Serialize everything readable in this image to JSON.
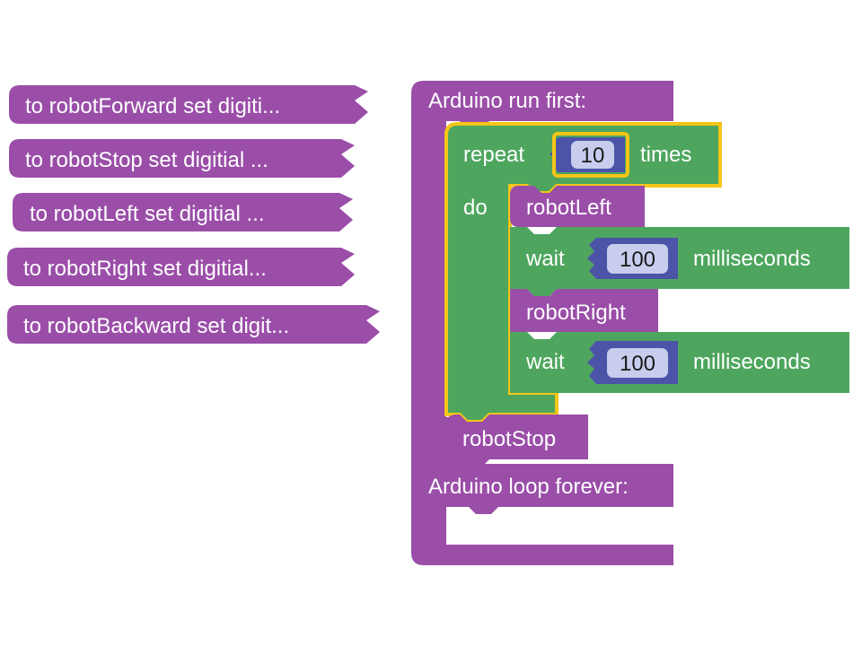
{
  "function_blocks": [
    {
      "name": "robotForward",
      "label": "to robotForward  set digiti..."
    },
    {
      "name": "robotStop",
      "label": "to robotStop  set digitial ..."
    },
    {
      "name": "robotLeft",
      "label": "to robotLeft  set digitial ..."
    },
    {
      "name": "robotRight",
      "label": "to robotRight  set digitial..."
    },
    {
      "name": "robotBackward",
      "label": "to robotBackward  set digit..."
    }
  ],
  "main_block": {
    "run_first_label": "Arduino run first:",
    "repeat": {
      "label": "repeat",
      "count": "10",
      "times_label": "times",
      "do_label": "do"
    },
    "loop_body": [
      {
        "type": "call",
        "label": "robotLeft"
      },
      {
        "type": "wait",
        "label": "wait",
        "value": "100",
        "unit": "milliseconds"
      },
      {
        "type": "call",
        "label": "robotRight"
      },
      {
        "type": "wait",
        "label": "wait",
        "value": "100",
        "unit": "milliseconds"
      }
    ],
    "after_repeat": {
      "label": "robotStop"
    },
    "loop_forever_label": "Arduino loop forever:"
  },
  "colors": {
    "procedure": "#9a4ea8",
    "loops": "#4ea65e",
    "selected_highlight": "#f5c518",
    "math_number": "#4c54a8"
  }
}
